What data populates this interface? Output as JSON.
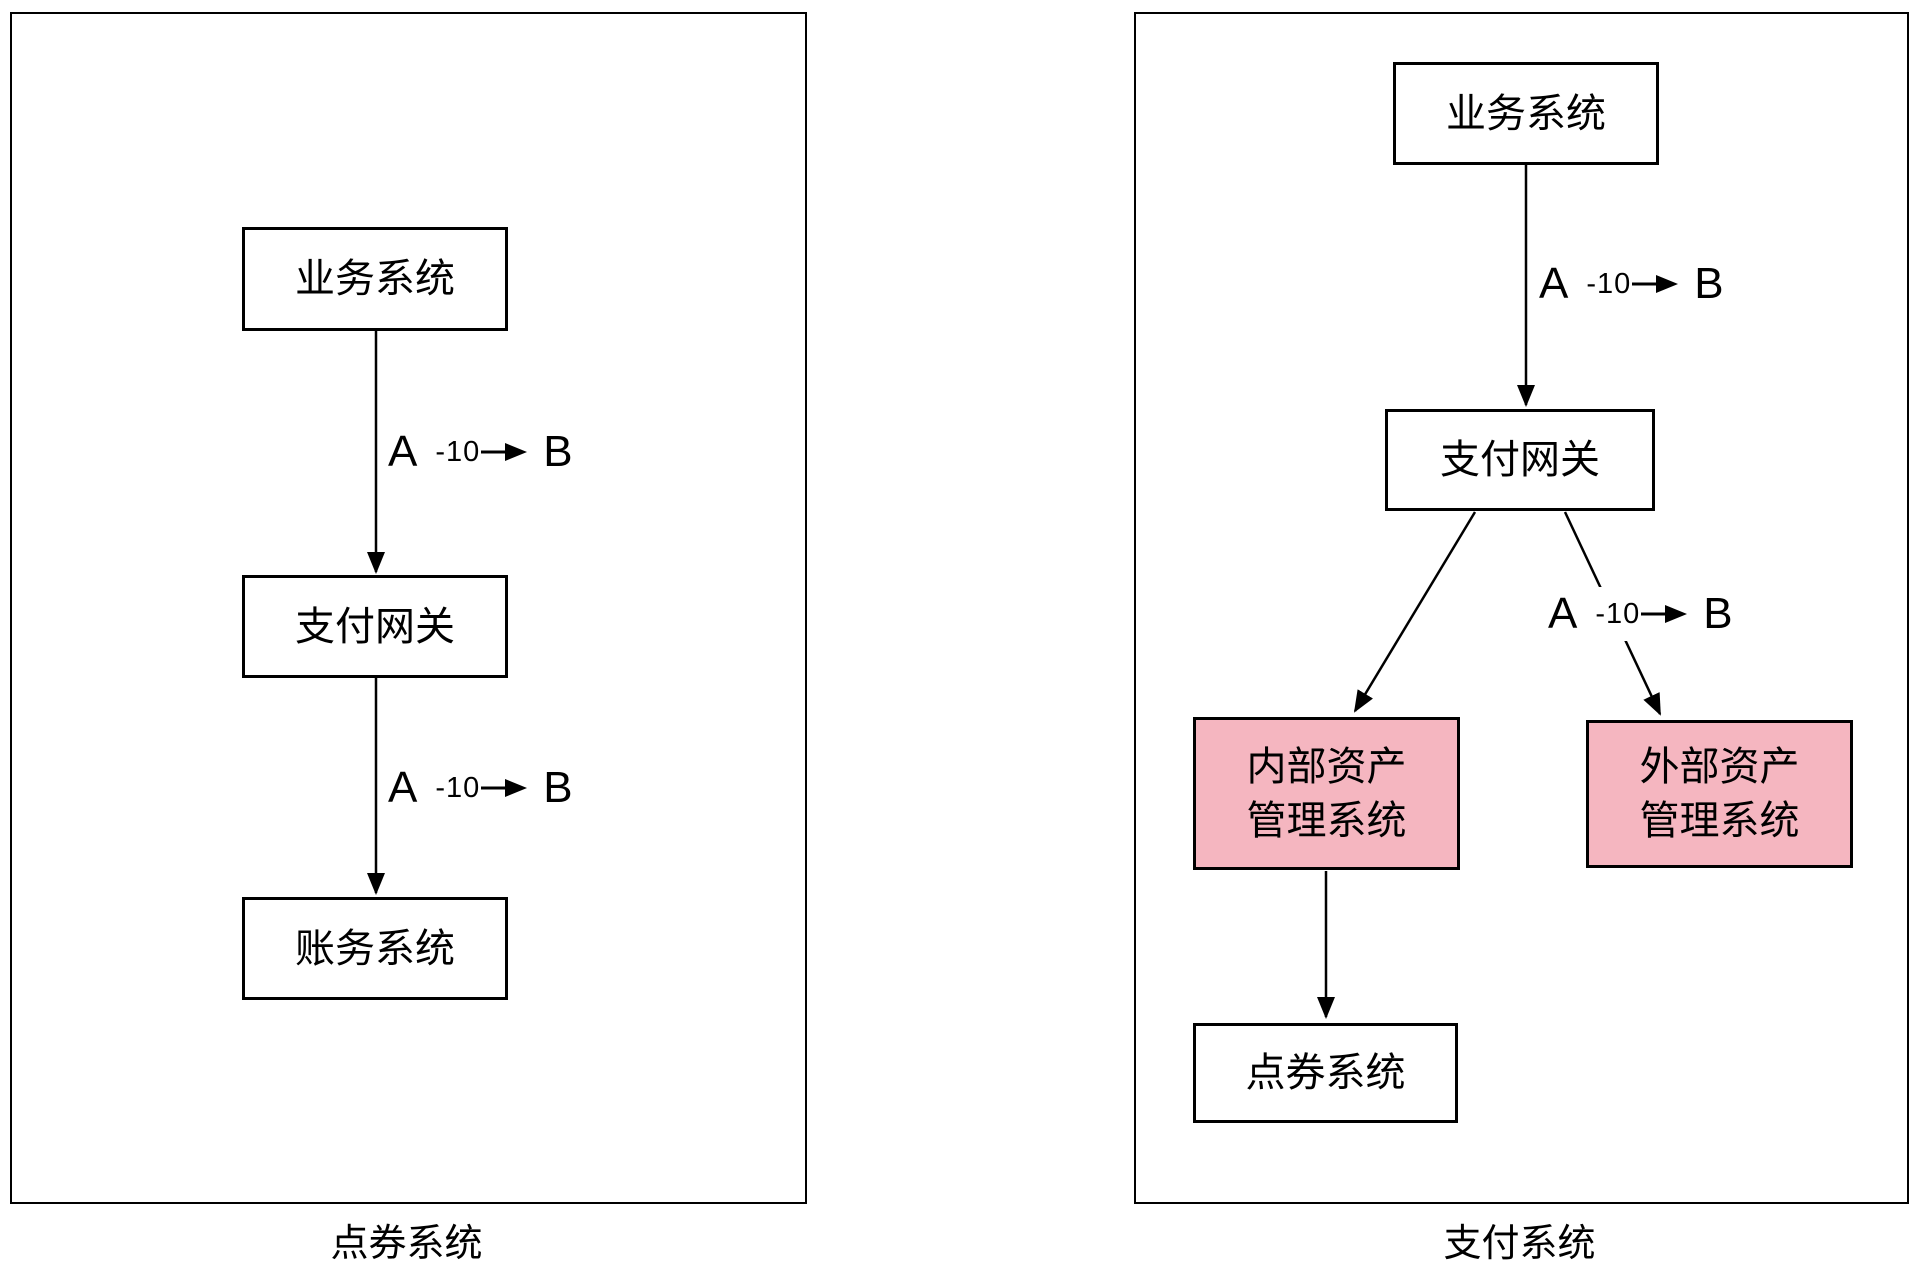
{
  "diagram": {
    "left_panel": {
      "caption": "点券系统",
      "nodes": {
        "business": "业务系统",
        "gateway": "支付网关",
        "accounting": "账务系统"
      }
    },
    "right_panel": {
      "caption": "支付系统",
      "nodes": {
        "business": "业务系统",
        "gateway": "支付网关",
        "internal_asset": "内部资产\n管理系统",
        "external_asset": "外部资产\n管理系统",
        "voucher": "点券系统"
      }
    },
    "edge_label": {
      "from": "A",
      "amount": "-10",
      "to": "B"
    },
    "colors": {
      "highlight_fill": "#f5b6c0",
      "node_fill": "#ffffff",
      "stroke": "#000000"
    }
  }
}
